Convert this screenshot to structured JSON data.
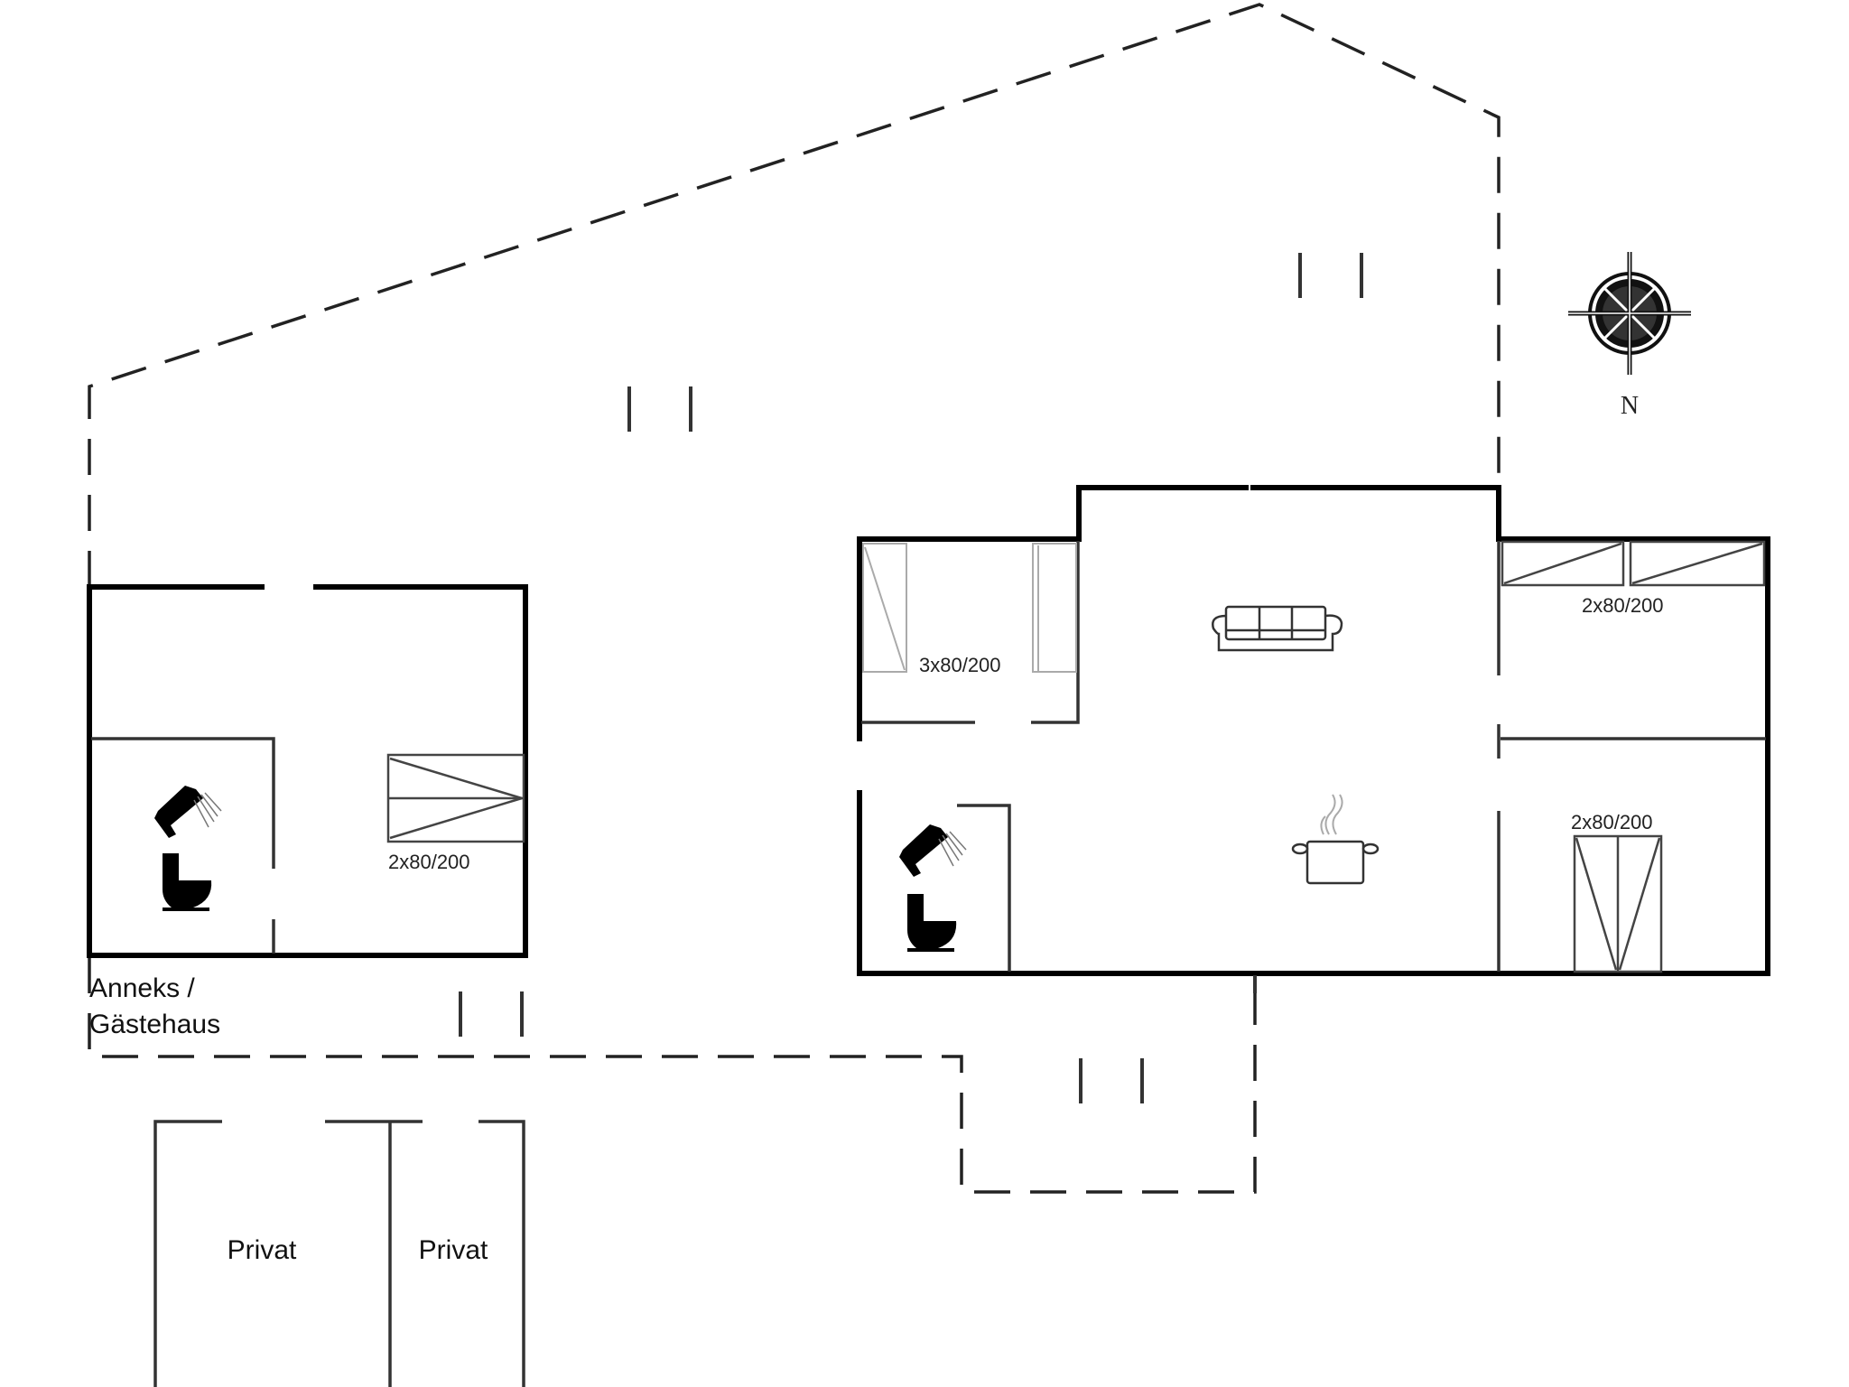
{
  "floorplan": {
    "compass": {
      "label": "N",
      "icon": "compass-rose-icon"
    },
    "annex": {
      "label_line1": "Anneks /",
      "label_line2": "Gästehaus",
      "bed_label": "2x80/200",
      "bathroom_icons": [
        "shower-icon",
        "toilet-icon"
      ]
    },
    "main_house": {
      "bedroom_left_label": "3x80/200",
      "bedroom_right_top_label": "2x80/200",
      "bedroom_right_bottom_label": "2x80/200",
      "living_icon": "sofa-icon",
      "kitchen_icon": "cooking-pot-icon",
      "bathroom_icons": [
        "shower-icon",
        "toilet-icon"
      ]
    },
    "private_rooms": [
      {
        "label": "Privat"
      },
      {
        "label": "Privat"
      }
    ]
  }
}
